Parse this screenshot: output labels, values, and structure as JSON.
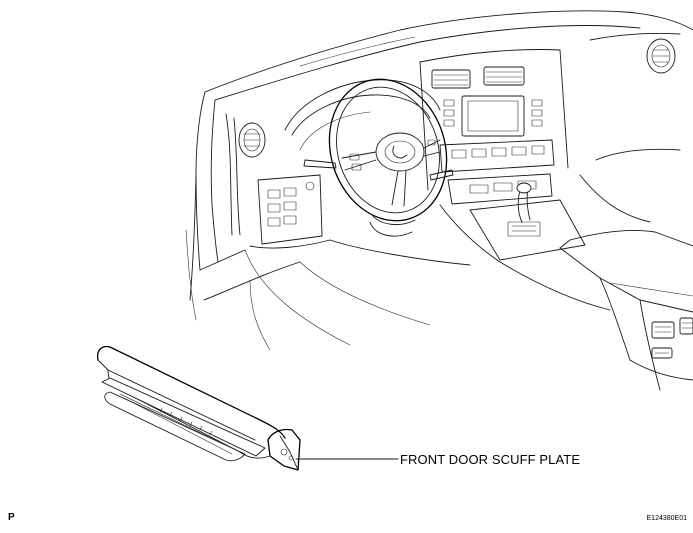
{
  "callouts": {
    "front_door_scuff_plate": "FRONT DOOR SCUFF PLATE"
  },
  "footer": {
    "left_code": "P",
    "figure_id": "E124380E01"
  }
}
